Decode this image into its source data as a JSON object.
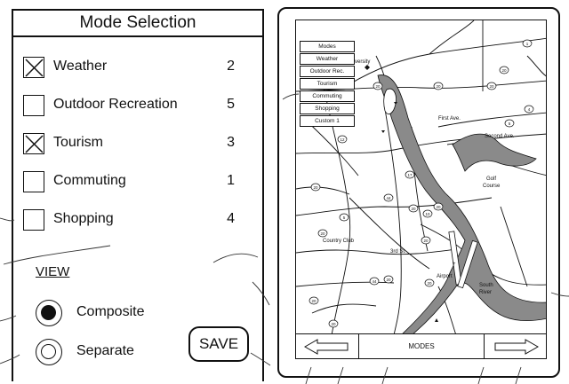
{
  "panel": {
    "title": "Mode Selection",
    "modes": [
      {
        "label": "Weather",
        "count": "2",
        "checked": true
      },
      {
        "label": "Outdoor Recreation",
        "count": "5",
        "checked": false
      },
      {
        "label": "Tourism",
        "count": "3",
        "checked": true
      },
      {
        "label": "Commuting",
        "count": "1",
        "checked": false
      },
      {
        "label": "Shopping",
        "count": "4",
        "checked": false
      }
    ],
    "view_heading": "VIEW",
    "view_options": [
      {
        "label": "Composite",
        "selected": true
      },
      {
        "label": "Separate",
        "selected": false
      }
    ],
    "save_label": "SAVE"
  },
  "device": {
    "menu": {
      "title": "Modes",
      "items": [
        "Weather",
        "Outdoor Rec.",
        "Tourism",
        "Commuting",
        "Shopping",
        "Custom 1"
      ]
    },
    "map": {
      "labels": {
        "first_ave": "First Ave.",
        "second_ave": "Second Ave.",
        "third_st": "3rd St.",
        "country_club": "Country Club",
        "golf_course_1": "Golf",
        "golf_course_2": "Course",
        "airport": "Airport",
        "south_river_1": "South",
        "south_river_2": "River",
        "university": "versity"
      },
      "route_shields": [
        "1",
        "20",
        "20",
        "20",
        "4",
        "5",
        "12",
        "20",
        "20",
        "17",
        "44",
        "20",
        "10",
        "5",
        "20",
        "20",
        "44",
        "20",
        "20",
        "20",
        "20",
        "20"
      ]
    },
    "bottom_bar": {
      "center_label": "MODES"
    }
  }
}
